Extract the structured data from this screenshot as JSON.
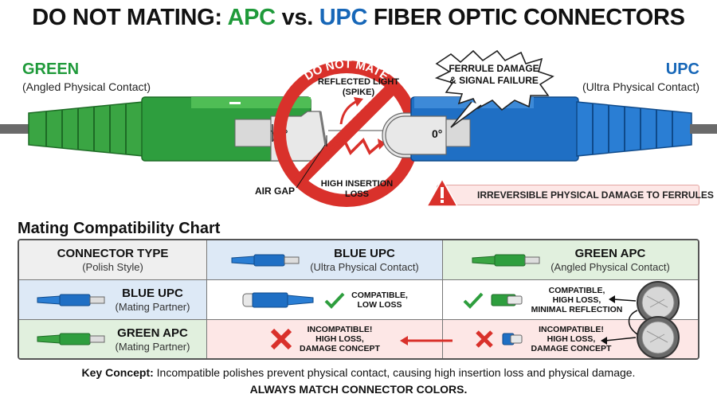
{
  "title": {
    "prefix": "DO NOT MATING:",
    "apc": "APC",
    "vs": "vs.",
    "upc": "UPC",
    "suffix": "FIBER OPTIC CONNECTORS"
  },
  "left_label": {
    "title": "GREEN",
    "subtitle": "(Angled Physical Contact)"
  },
  "right_label": {
    "title": "UPC",
    "subtitle": "(Ultra Physical Contact)"
  },
  "diagram": {
    "green_angle": "8°",
    "blue_angle": "0°",
    "do_not_mate": "DO NOT MATE",
    "reflected_light_line1": "REFLECTED LIGHT",
    "reflected_light_line2": "(SPIKE)",
    "ferrule_damage_line1": "FERRULE DAMAGE",
    "ferrule_damage_line2": "& SIGNAL FAILURE",
    "high_insertion_line1": "HIGH INSERTION",
    "high_insertion_line2": "LOSS",
    "air_gap": "AIR GAP",
    "warning": "IRREVERSIBLE PHYSICAL DAMAGE TO FERRULES"
  },
  "chart": {
    "title": "Mating Compatibility Chart",
    "header": {
      "type_label": "CONNECTOR TYPE",
      "type_sub": "(Polish Style)",
      "col1_label": "BLUE UPC",
      "col1_sub": "(Ultra Physical Contact)",
      "col2_label": "GREEN APC",
      "col2_sub": "(Angled Physical Contact)"
    },
    "rows": [
      {
        "label": "BLUE UPC",
        "sub": "(Mating Partner)",
        "c1_line1": "COMPATIBLE,",
        "c1_line2": "LOW LOSS",
        "c2_line1": "COMPATIBLE,",
        "c2_line2": "HIGH LOSS,",
        "c2_line3": "MINIMAL REFLECTION"
      },
      {
        "label": "GREEN APC",
        "sub": "(Mating Partner)",
        "c1_line1": "INCOMPATIBLE!",
        "c1_line2": "HIGH LOSS,",
        "c1_line3": "DAMAGE CONCEPT",
        "c2_line1": "INCOMPATIBLE!",
        "c2_line2": "HIGH LOSS,",
        "c2_line3": "DAMAGE CONCEPT"
      }
    ]
  },
  "key_concept": {
    "label": "Key Concept:",
    "text": "Incompatible polishes prevent physical contact, causing high insertion loss and physical damage.",
    "always": "ALWAYS MATCH CONNECTOR COLORS."
  },
  "colors": {
    "green": "#2e9e3e",
    "blue": "#1f6fc4",
    "red": "#d9312b",
    "warning_bg": "#fde7e6"
  }
}
